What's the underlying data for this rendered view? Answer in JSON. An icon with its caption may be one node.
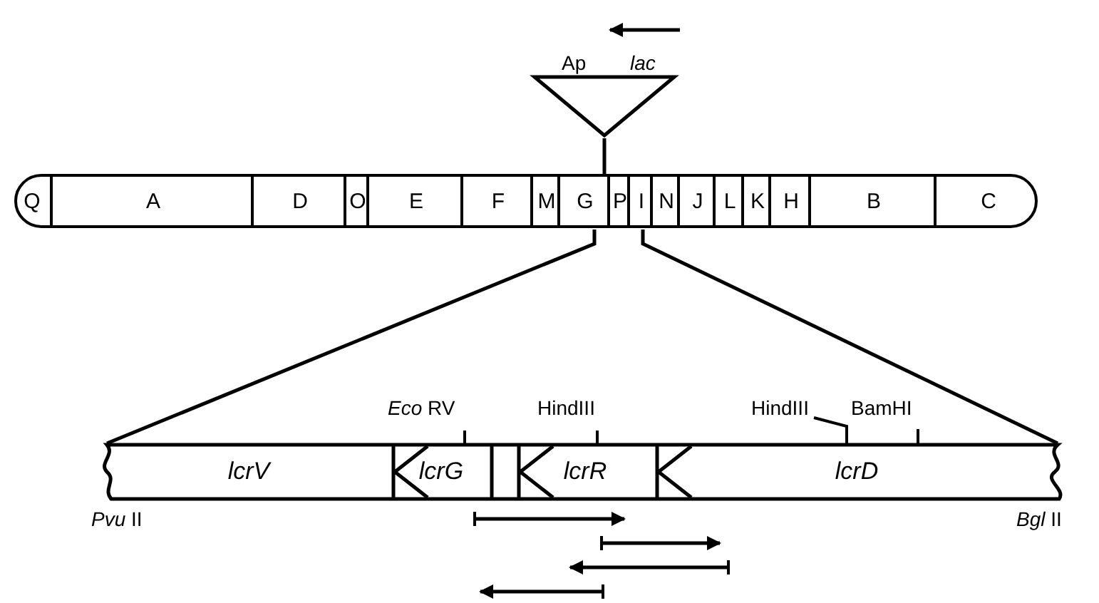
{
  "diagram": {
    "nodes": [
      {
        "text": [
          "Ap",
          "lac"
        ]
      },
      {
        "text": [],
        "shape": "bar"
      },
      {
        "text": [
          "Q"
        ],
        "in": 1
      },
      {
        "text": [
          "A"
        ],
        "in": 1
      },
      {
        "text": [
          "D"
        ],
        "in": 1
      },
      {
        "text": [
          "O"
        ],
        "in": 1
      },
      {
        "text": [
          "E"
        ],
        "in": 1
      },
      {
        "text": [
          "F"
        ],
        "in": 1
      },
      {
        "text": [
          "M"
        ],
        "in": 1
      },
      {
        "text": [
          "G"
        ],
        "in": 1
      },
      {
        "text": [
          "P"
        ],
        "in": 1
      },
      {
        "text": [
          "I"
        ],
        "in": 1
      },
      {
        "text": [
          "N"
        ],
        "in": 1
      },
      {
        "text": [
          "J"
        ],
        "in": 1
      },
      {
        "text": [
          "L"
        ],
        "in": 1
      },
      {
        "text": [
          "K"
        ],
        "in": 1
      },
      {
        "text": [
          "H"
        ],
        "in": 1
      },
      {
        "text": [
          "B"
        ],
        "in": 1
      },
      {
        "text": [
          "C"
        ],
        "in": 1
      },
      {
        "text": [],
        "shape": "bar"
      },
      {
        "text": [
          "lcrV"
        ],
        "in": 19
      },
      {
        "text": [
          "lcrG"
        ],
        "in": 19
      },
      {
        "text": [
          "lcrR"
        ],
        "in": 19
      },
      {
        "text": [
          "lcrD"
        ],
        "in": 19
      }
    ],
    "edges": [
      {
        "from": 0,
        "to": 10,
        "arrow": "none"
      },
      {
        "from": 10,
        "to": 19,
        "arrow": "none"
      },
      {
        "from": 10,
        "to": 19,
        "arrow": "none"
      }
    ],
    "labels": [
      "*Eco* RV",
      "HindIII",
      "HindIII",
      "BamHI",
      "*Pvu* II",
      "*Bgl* II"
    ]
  }
}
